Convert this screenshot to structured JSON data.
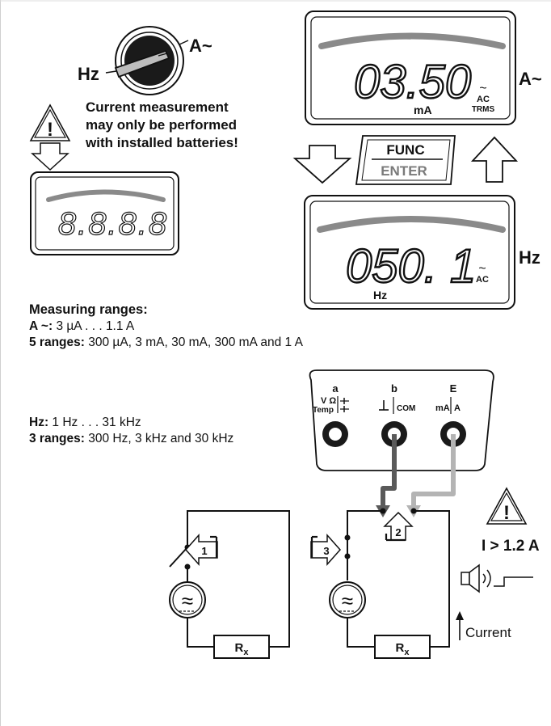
{
  "selector": {
    "left_label": "Hz",
    "right_label": "A~"
  },
  "warning": {
    "symbol": "!",
    "lines": [
      "Current measurement",
      "may only be performed",
      "with installed batteries!"
    ]
  },
  "small_display": {
    "reading": "8.8.8.8"
  },
  "display_top": {
    "reading": "03.50",
    "unit": "mA",
    "ac": "AC",
    "trms": "TRMS",
    "tilde": "~",
    "side_label": "A~"
  },
  "func_key": {
    "top": "FUNC",
    "bottom": "ENTER"
  },
  "display_bottom": {
    "reading": "050. 1",
    "unit": "Hz",
    "ac": "AC",
    "tilde": "~",
    "side_label": "Hz"
  },
  "ranges": {
    "heading": "Measuring ranges:",
    "a_label": "A ~:",
    "a_value": "3 µA . . . 1.1 A",
    "r5_label": "5 ranges:",
    "r5_value": "300 µA, 3 mA, 30 mA, 300 mA and 1 A",
    "hz_label": "Hz:",
    "hz_value": "1 Hz . . . 31 kHz",
    "r3_label": "3 ranges:",
    "r3_value": "300 Hz, 3 kHz and 30 kHz"
  },
  "jacks": {
    "a_letter": "a",
    "a_l1": "V Ω",
    "a_l2": "Temp",
    "b_letter": "b",
    "b_label": "COM",
    "e_letter": "E",
    "e_label_left": "mA",
    "e_label_right": "A"
  },
  "circuit": {
    "step1": "1",
    "step2": "2",
    "step3": "3",
    "resistor": "R",
    "resistor_sub": "x",
    "source_symbol": "≈",
    "alarm_symbol": "!",
    "threshold": "I > 1.2 A",
    "current_label": "Current"
  },
  "colors": {
    "ink": "#111111",
    "arc": "#8a8a8a",
    "lead_dark": "#5a5a5a",
    "lead_light": "#b4b4b4",
    "key_bottom": "#7a7a7a"
  }
}
